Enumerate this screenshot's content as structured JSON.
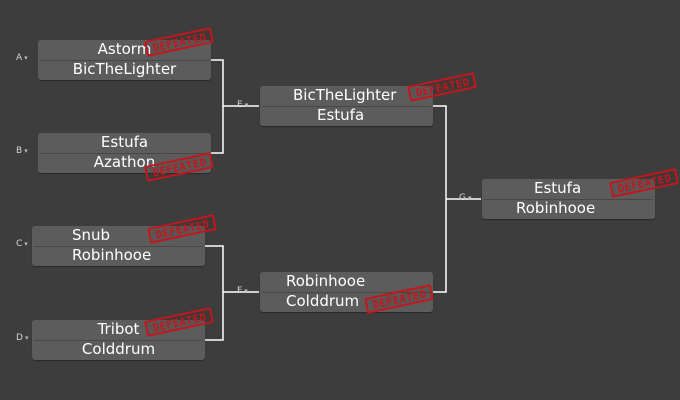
{
  "bracket": {
    "defeated_label": "DEFEATED",
    "colors": {
      "background": "#3d3d3d",
      "match_box": "#5c5c5c",
      "line": "#ffffff",
      "stamp": "#c4161c"
    },
    "matches": [
      {
        "id": "A",
        "p1": "Astorm",
        "p2": "BicTheLighter"
      },
      {
        "id": "B",
        "p1": "Estufa",
        "p2": "Azathon"
      },
      {
        "id": "C",
        "p1": "Snub",
        "p2": "Robinhooe"
      },
      {
        "id": "D",
        "p1": "Tribot",
        "p2": "Colddrum"
      },
      {
        "id": "E",
        "p1": "BicTheLighter",
        "p2": "Estufa"
      },
      {
        "id": "F",
        "p1": "Robinhooe",
        "p2": "Colddrum"
      },
      {
        "id": "G",
        "p1": "Estufa",
        "p2": "Robinhooe"
      }
    ]
  }
}
